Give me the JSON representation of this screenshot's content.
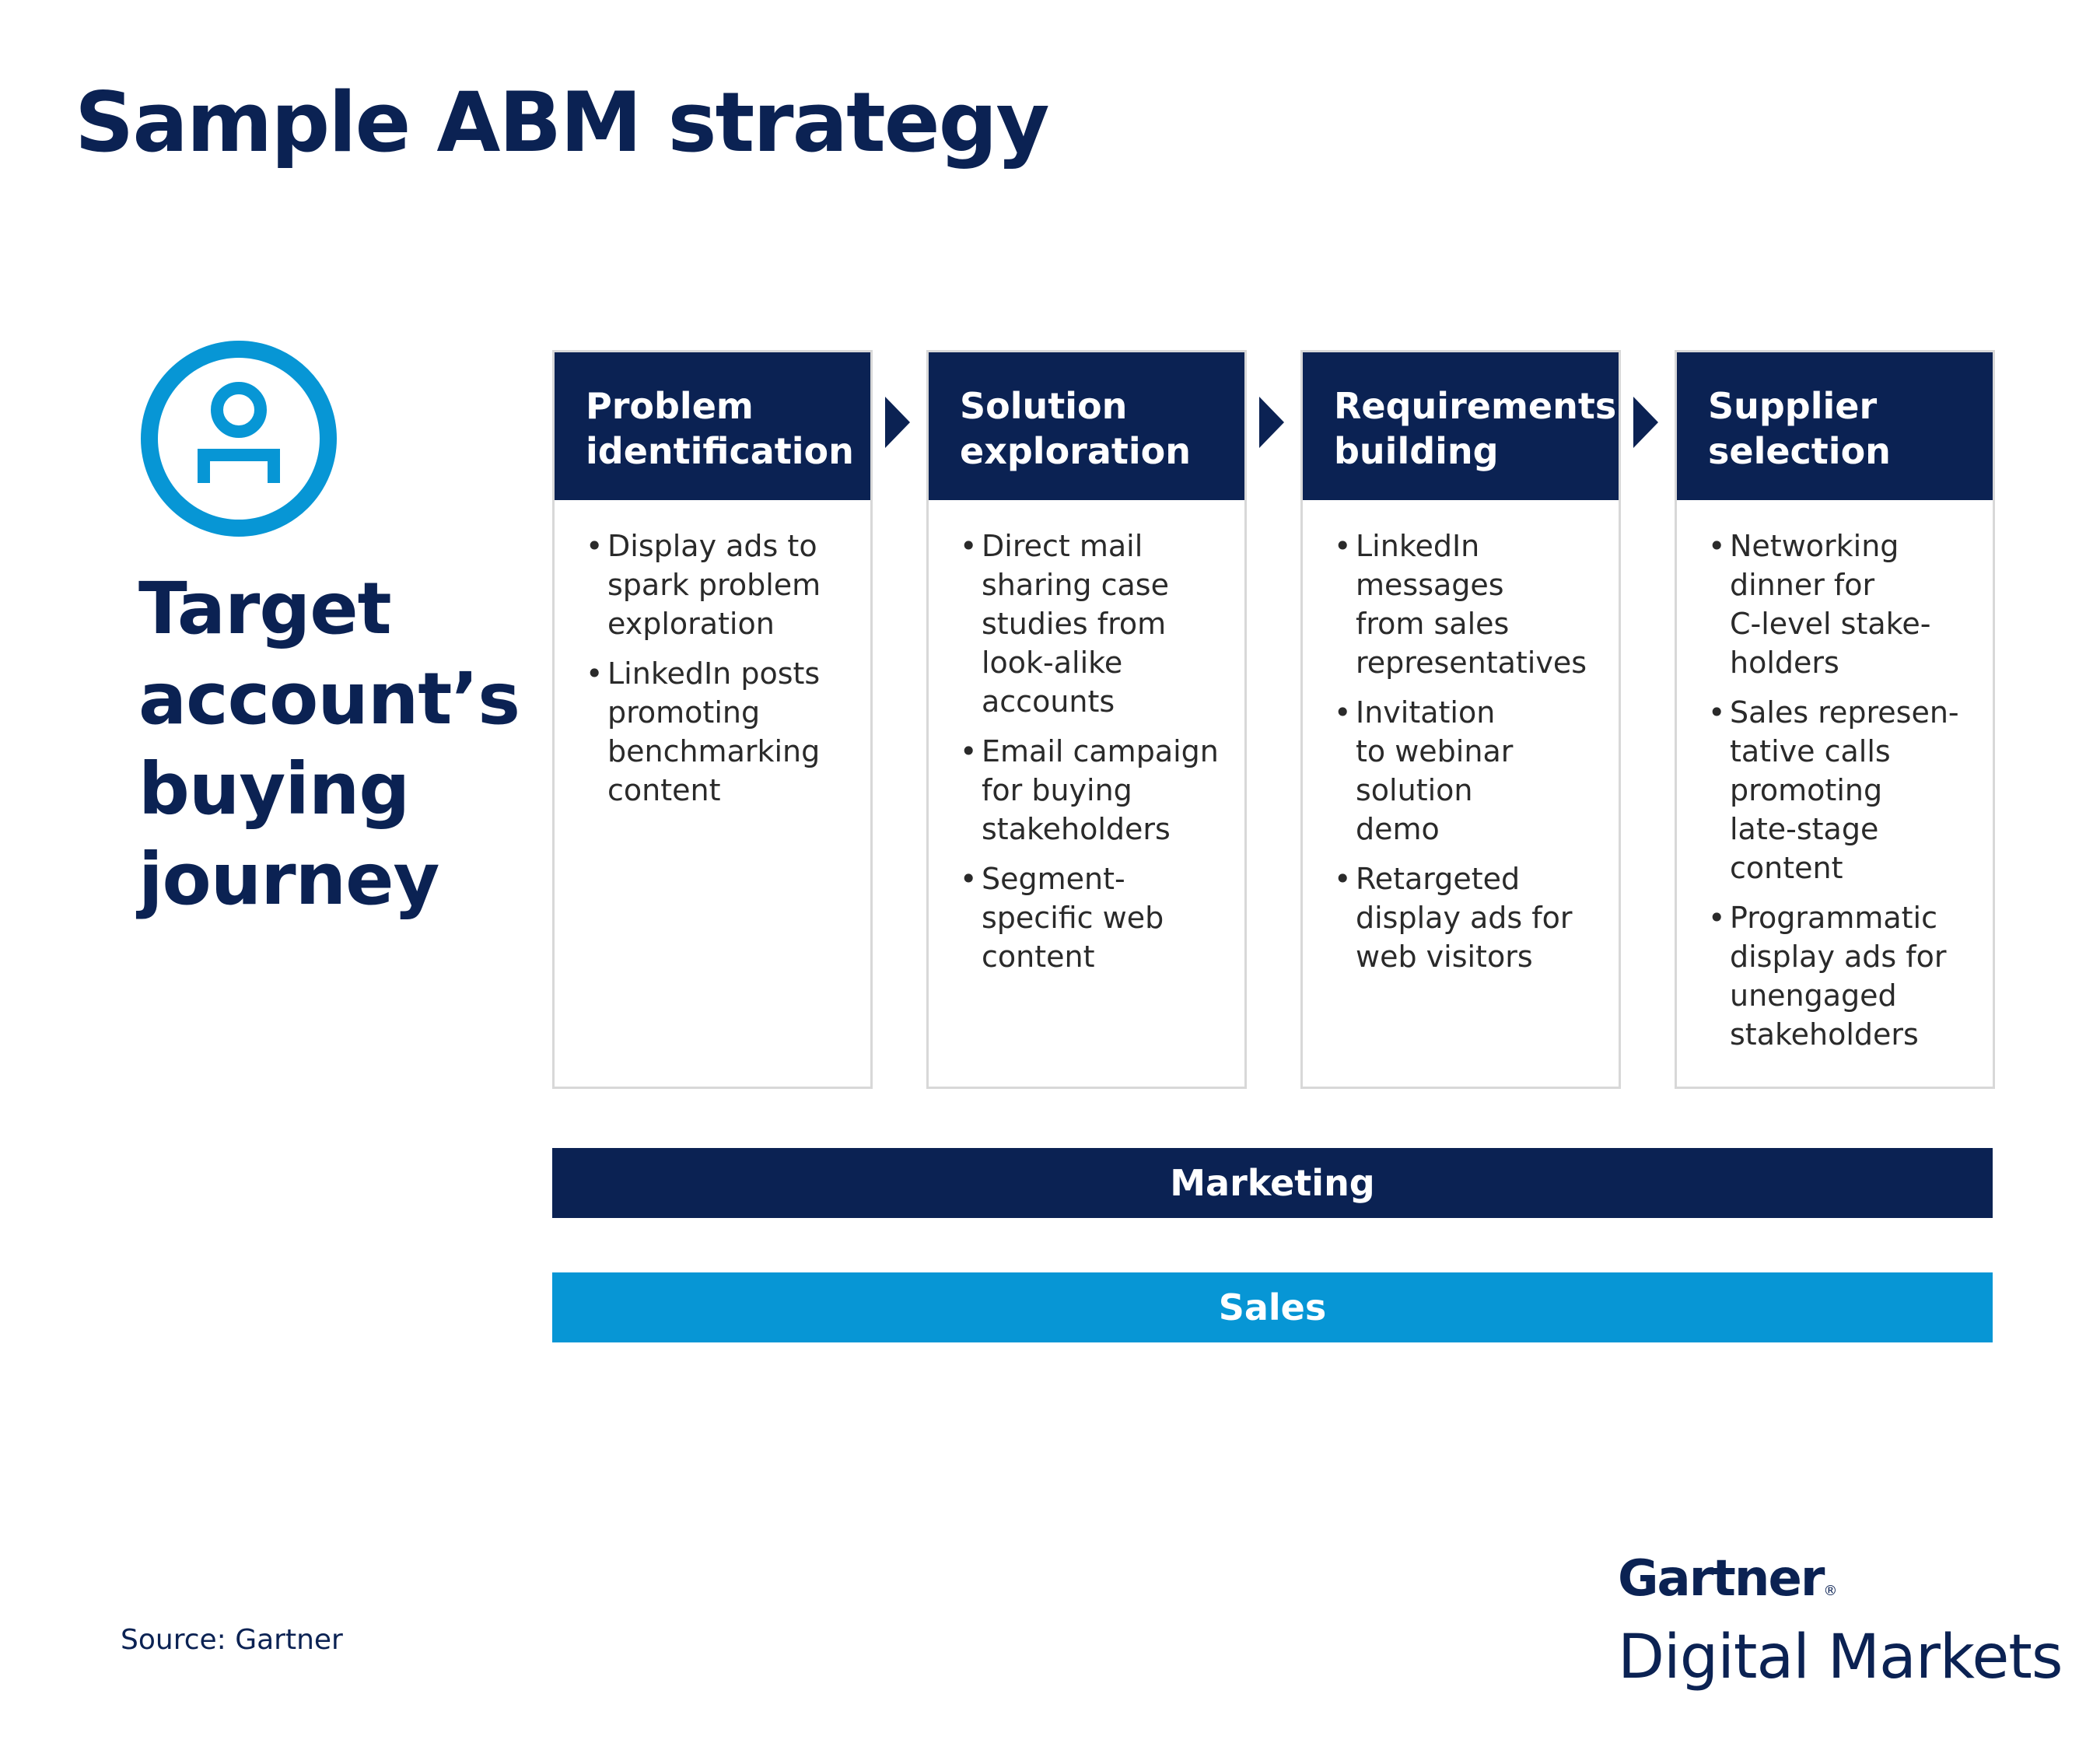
{
  "title": "Sample ABM strategy",
  "journey": {
    "lines": [
      "Target",
      "account’s",
      "buying",
      "journey"
    ],
    "icon": "person-icon",
    "icon_color": "#0796d5"
  },
  "stages": [
    {
      "header": [
        "Problem",
        "identification"
      ],
      "items": [
        [
          "Display ads to",
          "spark problem",
          "exploration"
        ],
        [
          "LinkedIn posts",
          "promoting",
          "benchmarking",
          "content"
        ]
      ]
    },
    {
      "header": [
        "Solution",
        "exploration"
      ],
      "items": [
        [
          "Direct mail",
          "sharing case",
          "studies from",
          "look-alike",
          "accounts"
        ],
        [
          "Email campaign",
          "for buying",
          "stakeholders"
        ],
        [
          "Segment-",
          "specific web",
          "content"
        ]
      ]
    },
    {
      "header": [
        "Requirements",
        "building"
      ],
      "items": [
        [
          "LinkedIn",
          "messages",
          "from sales",
          "representatives"
        ],
        [
          "Invitation",
          "to webinar",
          "solution",
          "demo"
        ],
        [
          "Retargeted",
          "display ads for",
          "web visitors"
        ]
      ]
    },
    {
      "header": [
        "Supplier",
        "selection"
      ],
      "items": [
        [
          "Networking",
          "dinner for",
          "C-level stake-",
          "holders"
        ],
        [
          "Sales represen-",
          "tative calls",
          "promoting",
          "late-stage",
          "content"
        ],
        [
          "Programmatic",
          "display ads for",
          "unengaged",
          "stakeholders"
        ]
      ]
    }
  ],
  "bullet": "•",
  "arrow_icon": "chevron-right-icon",
  "bands": {
    "marketing": "Marketing",
    "sales": "Sales"
  },
  "source": "Source: Gartner",
  "logo": {
    "brand": "Gartner",
    "brand_mark": "®",
    "product": "Digital Markets"
  },
  "colors": {
    "navy": "#0b2253",
    "blue": "#0796d5",
    "border": "#d8d8d8"
  }
}
